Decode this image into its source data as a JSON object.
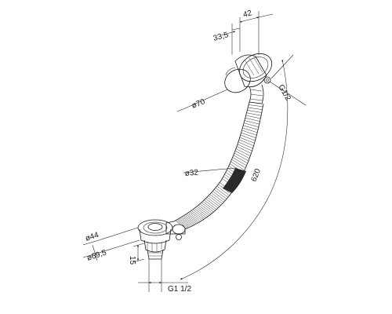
{
  "diagram": {
    "labels": {
      "d_33_5": "33,5",
      "d_42": "42",
      "d_g1_2_top": "G1/2",
      "d_o70": "ø70",
      "d_o32": "ø32",
      "d_620": "620",
      "d_o44": "ø44",
      "d_o69_5": "ø69,5",
      "d_15": "15",
      "d_g1_1_2": "G1 1/2"
    }
  }
}
